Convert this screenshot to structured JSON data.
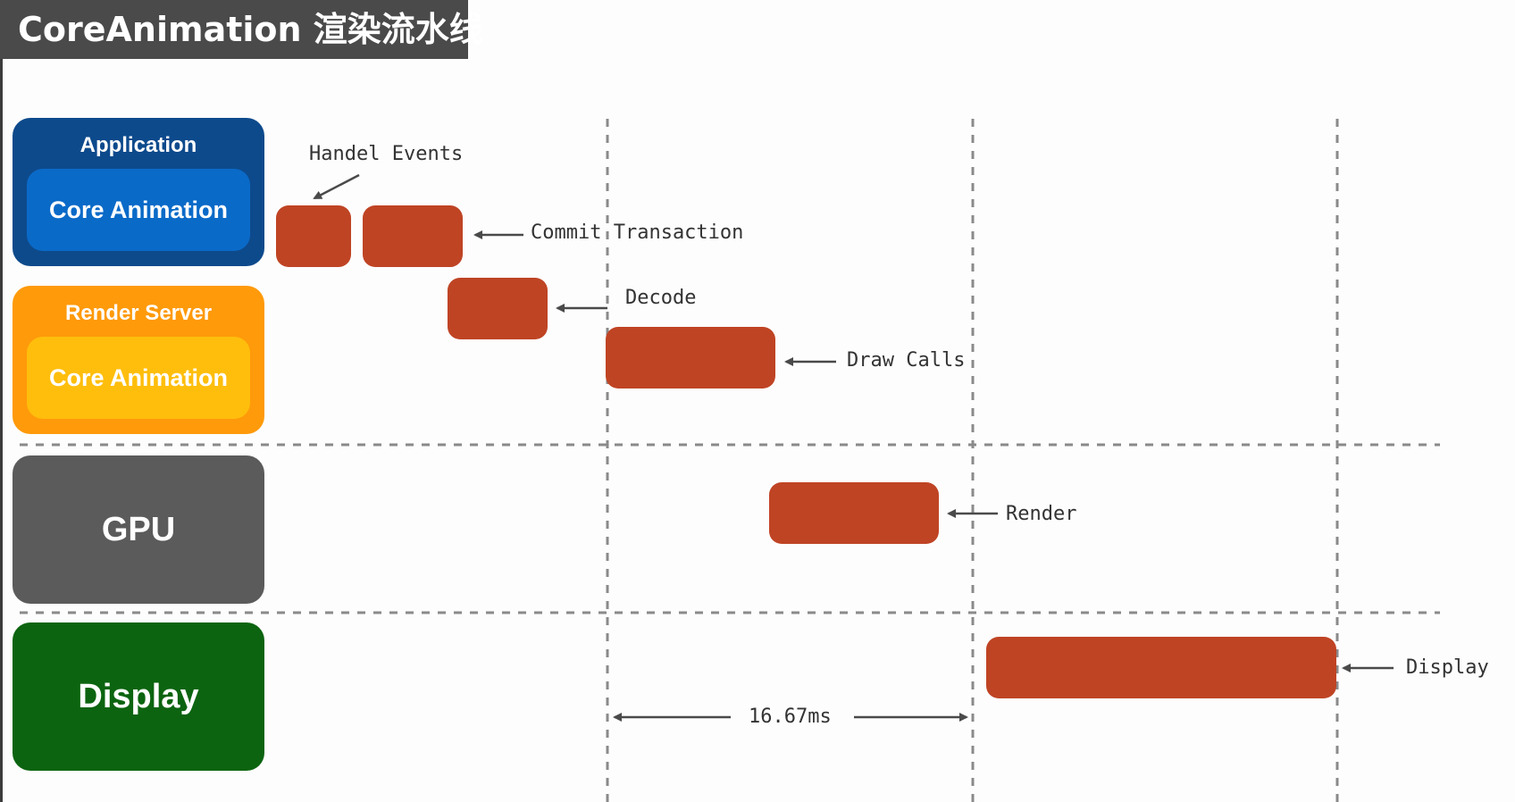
{
  "title": "CoreAnimation 渲染流水线",
  "rows": {
    "application": {
      "label": "Application",
      "inner": "Core Animation",
      "color": "#0d4a8c",
      "inner_color": "#0a6ac8"
    },
    "render_server": {
      "label": "Render Server",
      "inner": "Core Animation",
      "color": "#ff9a0a",
      "inner_color": "#ffbe0c"
    },
    "gpu": {
      "label": "GPU",
      "color": "#5b5b5b"
    },
    "display": {
      "label": "Display",
      "color": "#0c6410"
    }
  },
  "tasks": {
    "color": "#bf4424",
    "handle_events": "Handel Events",
    "commit_transaction": "Commit Transaction",
    "decode": "Decode",
    "draw_calls": "Draw Calls",
    "render": "Render",
    "display": "Display"
  },
  "frame_interval": "16.67ms"
}
